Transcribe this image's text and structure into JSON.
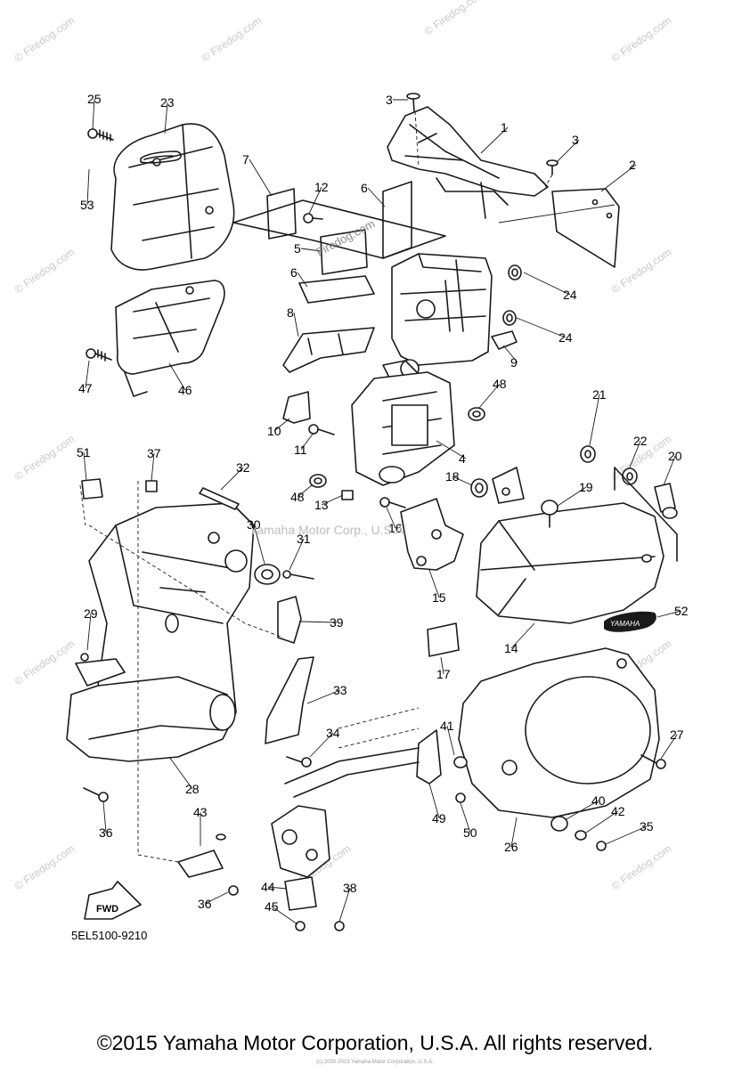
{
  "diagram": {
    "part_numbers": [
      "1",
      "2",
      "3",
      "3",
      "4",
      "5",
      "6",
      "6",
      "7",
      "8",
      "9",
      "10",
      "11",
      "12",
      "13",
      "14",
      "15",
      "16",
      "17",
      "18",
      "19",
      "20",
      "21",
      "22",
      "23",
      "24",
      "24",
      "25",
      "26",
      "27",
      "28",
      "29",
      "30",
      "31",
      "32",
      "33",
      "34",
      "35",
      "36",
      "36",
      "37",
      "38",
      "39",
      "40",
      "41",
      "42",
      "43",
      "44",
      "45",
      "46",
      "47",
      "48",
      "48",
      "49",
      "50",
      "51",
      "52",
      "53"
    ],
    "figure_code": "5EL5100-9210",
    "direction_marker": "FWD",
    "emblem_text": "YAMAHA",
    "watermark_text": "© Firedog.com",
    "inline_watermark": "Firedog.com",
    "center_watermark": "Yamaha Motor Corp., U.S.A."
  },
  "footer": {
    "copyright": "©2015 Yamaha Motor Corporation, U.S.A. All rights reserved.",
    "small_credit": "(c) 2000-2015 Yamaha Motor Corporation, U.S.A."
  },
  "colors": {
    "ink": "#1a1a1a",
    "watermark": "#c9c9c9",
    "background": "#ffffff"
  }
}
